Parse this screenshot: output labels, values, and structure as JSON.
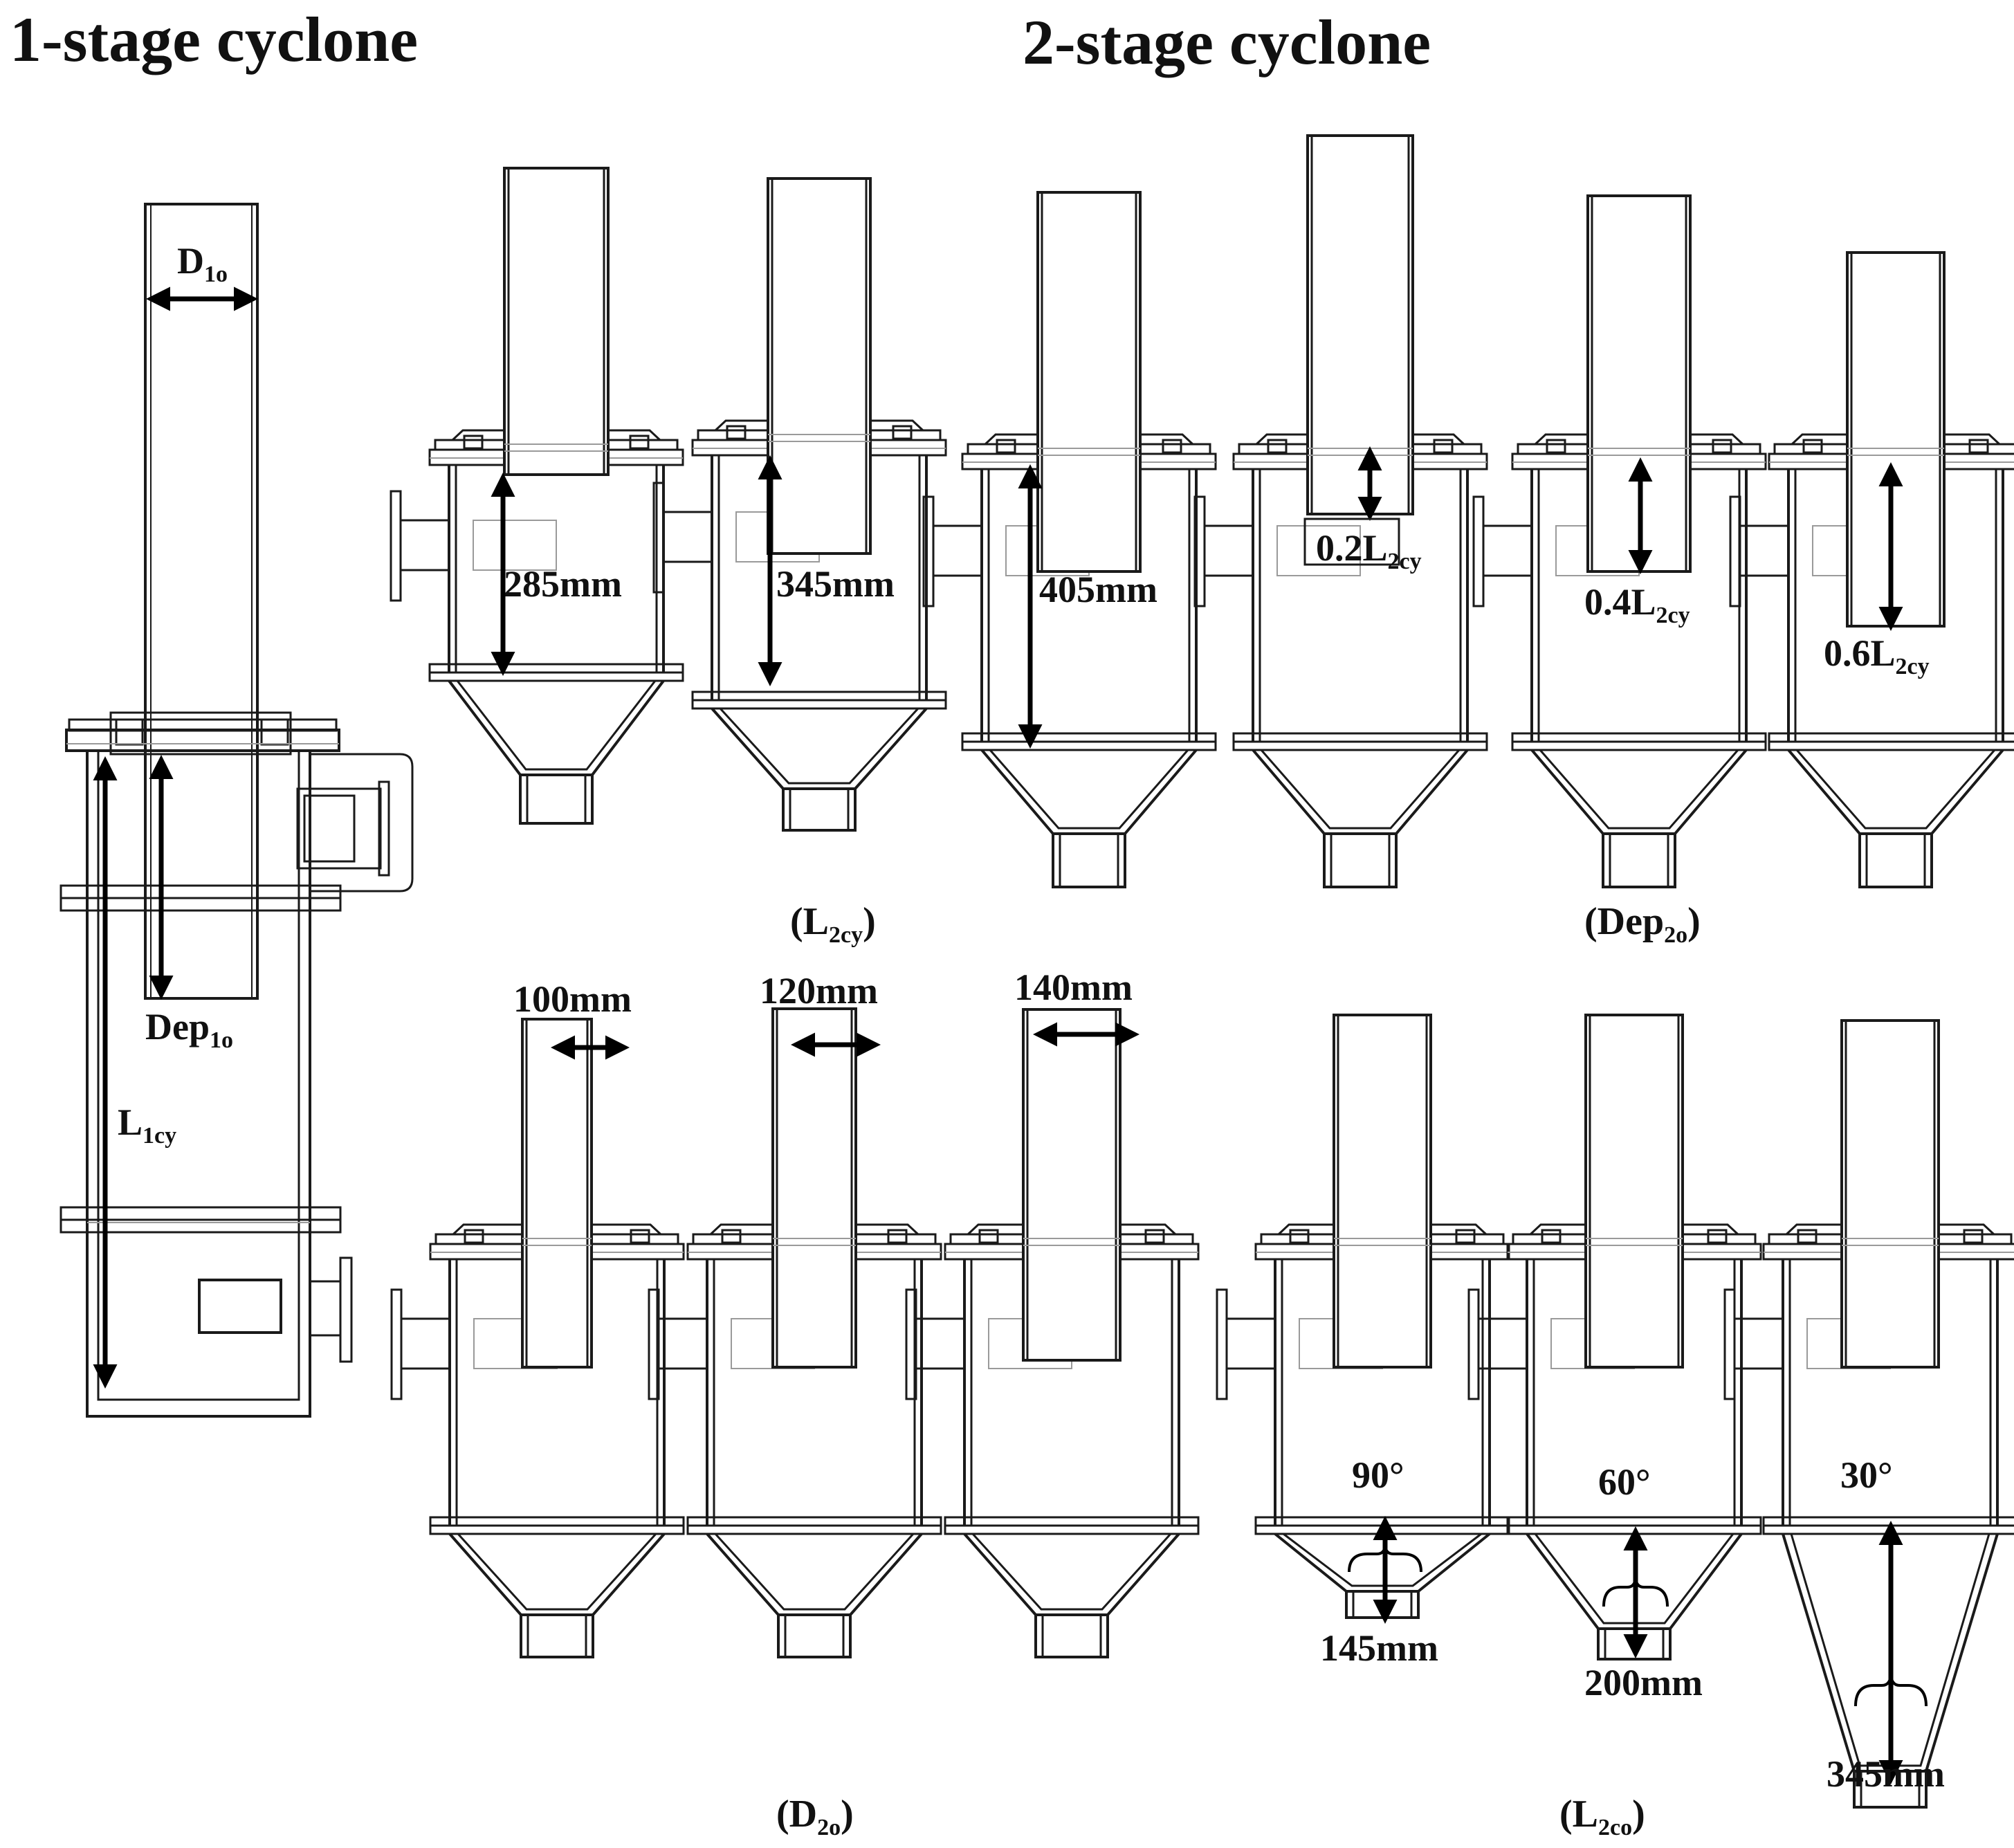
{
  "titles": {
    "one_stage": "1-stage cyclone",
    "two_stage": "2-stage cyclone"
  },
  "one_stage": {
    "d1o": {
      "base": "D",
      "sub": "1o"
    },
    "dep1o": {
      "base": "Dep",
      "sub": "1o"
    },
    "l1cy": {
      "base": "L",
      "sub": "1cy"
    }
  },
  "groups": {
    "l2cy": {
      "caption": {
        "open": "(",
        "base": "L",
        "sub": "2cy",
        "close": ")"
      },
      "labels": [
        "285mm",
        "345mm",
        "405mm"
      ]
    },
    "dep2o": {
      "caption": {
        "open": "(",
        "base": "Dep",
        "sub": "2o",
        "close": ")"
      },
      "labels": [
        {
          "base": "0.2L",
          "sub": "2cy"
        },
        {
          "base": "0.4L",
          "sub": "2cy"
        },
        {
          "base": "0.6L",
          "sub": "2cy"
        }
      ]
    },
    "d2o": {
      "caption": {
        "open": "(",
        "base": "D",
        "sub": "2o",
        "close": ")"
      },
      "labels": [
        "100mm",
        "120mm",
        "140mm"
      ]
    },
    "l2co": {
      "caption": {
        "open": "(",
        "base": "L",
        "sub": "2co",
        "close": ")"
      },
      "angles": [
        "90°",
        "60°",
        "30°"
      ],
      "labels": [
        "145mm",
        "200mm",
        "345mm"
      ]
    }
  },
  "colors": {
    "line": "#1a1a1a",
    "arrow": "#000000",
    "faint": "#9a9a9a"
  }
}
